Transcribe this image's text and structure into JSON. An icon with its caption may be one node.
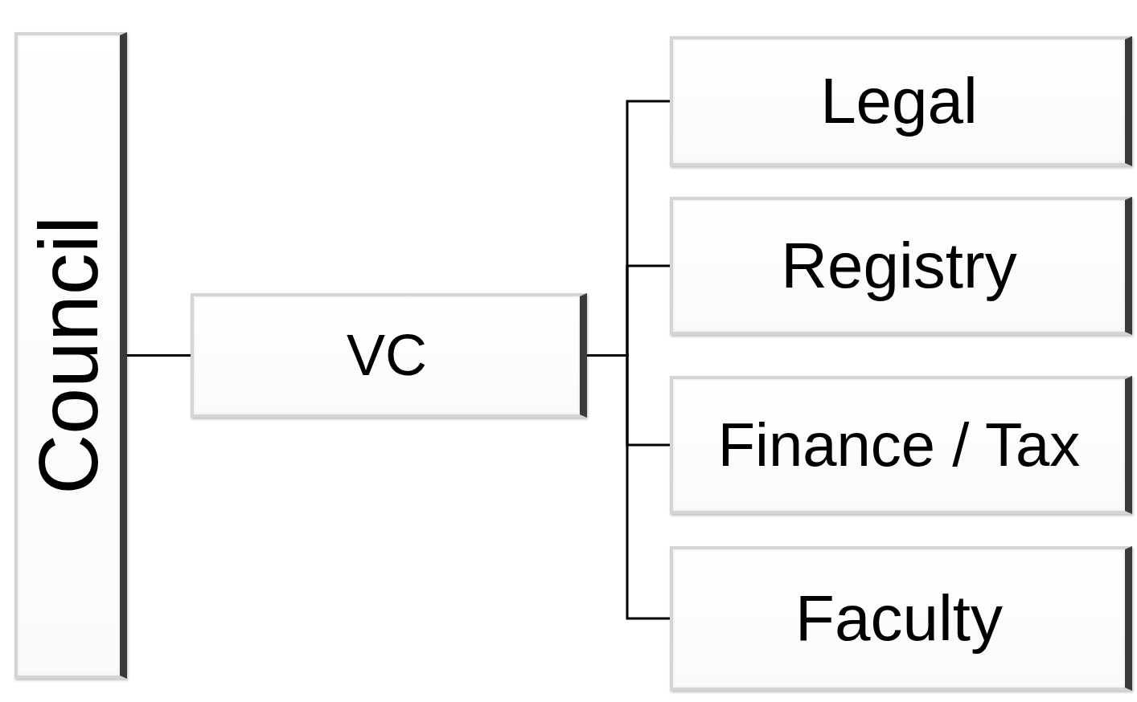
{
  "diagram": {
    "nodes": [
      {
        "text": [
          "Council"
        ]
      },
      {
        "text": [
          "VC"
        ]
      },
      {
        "text": [
          "Legal"
        ]
      },
      {
        "text": [
          "Registry"
        ]
      },
      {
        "text": [
          "Finance / Tax"
        ]
      },
      {
        "text": [
          "Faculty"
        ]
      }
    ],
    "edges": [
      {
        "from": 0,
        "to": 1,
        "arrow": "none"
      },
      {
        "from": 1,
        "to": 2,
        "arrow": "none"
      },
      {
        "from": 1,
        "to": 3,
        "arrow": "none"
      },
      {
        "from": 1,
        "to": 4,
        "arrow": "none"
      },
      {
        "from": 1,
        "to": 5,
        "arrow": "none"
      }
    ]
  }
}
